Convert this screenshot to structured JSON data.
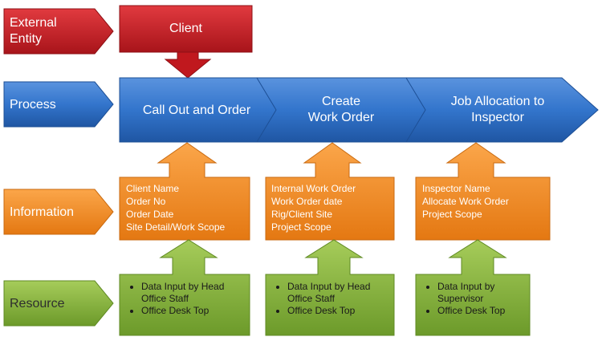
{
  "row_labels": {
    "external_entity": [
      "External",
      "Entity"
    ],
    "process": "Process",
    "information": "Information",
    "resource": "Resource"
  },
  "client": "Client",
  "processes": [
    {
      "lines": [
        "Call Out and Order"
      ]
    },
    {
      "lines": [
        "Create",
        "Work Order"
      ]
    },
    {
      "lines": [
        "Job  Allocation to",
        "Inspector"
      ]
    }
  ],
  "information": [
    {
      "items": [
        "Client Name",
        "Order No",
        "Order Date",
        "Site Detail/Work Scope"
      ]
    },
    {
      "items": [
        "Internal Work Order",
        "Work Order date",
        "Rig/Client Site",
        "Project Scope"
      ]
    },
    {
      "items": [
        "Inspector Name",
        "Allocate Work Order",
        "Project Scope"
      ]
    }
  ],
  "resources": [
    {
      "items": [
        "Data Input by Head Office Staff",
        "Office Desk Top"
      ]
    },
    {
      "items": [
        "Data Input by Head Office Staff",
        "Office Desk Top"
      ]
    },
    {
      "items": [
        "Data Input by Supervisor",
        "Office Desk Top"
      ]
    }
  ],
  "colors": {
    "red": "#c0181e",
    "blue": "#2f6fc4",
    "orange": "#f28b1e",
    "green": "#86b23a"
  }
}
